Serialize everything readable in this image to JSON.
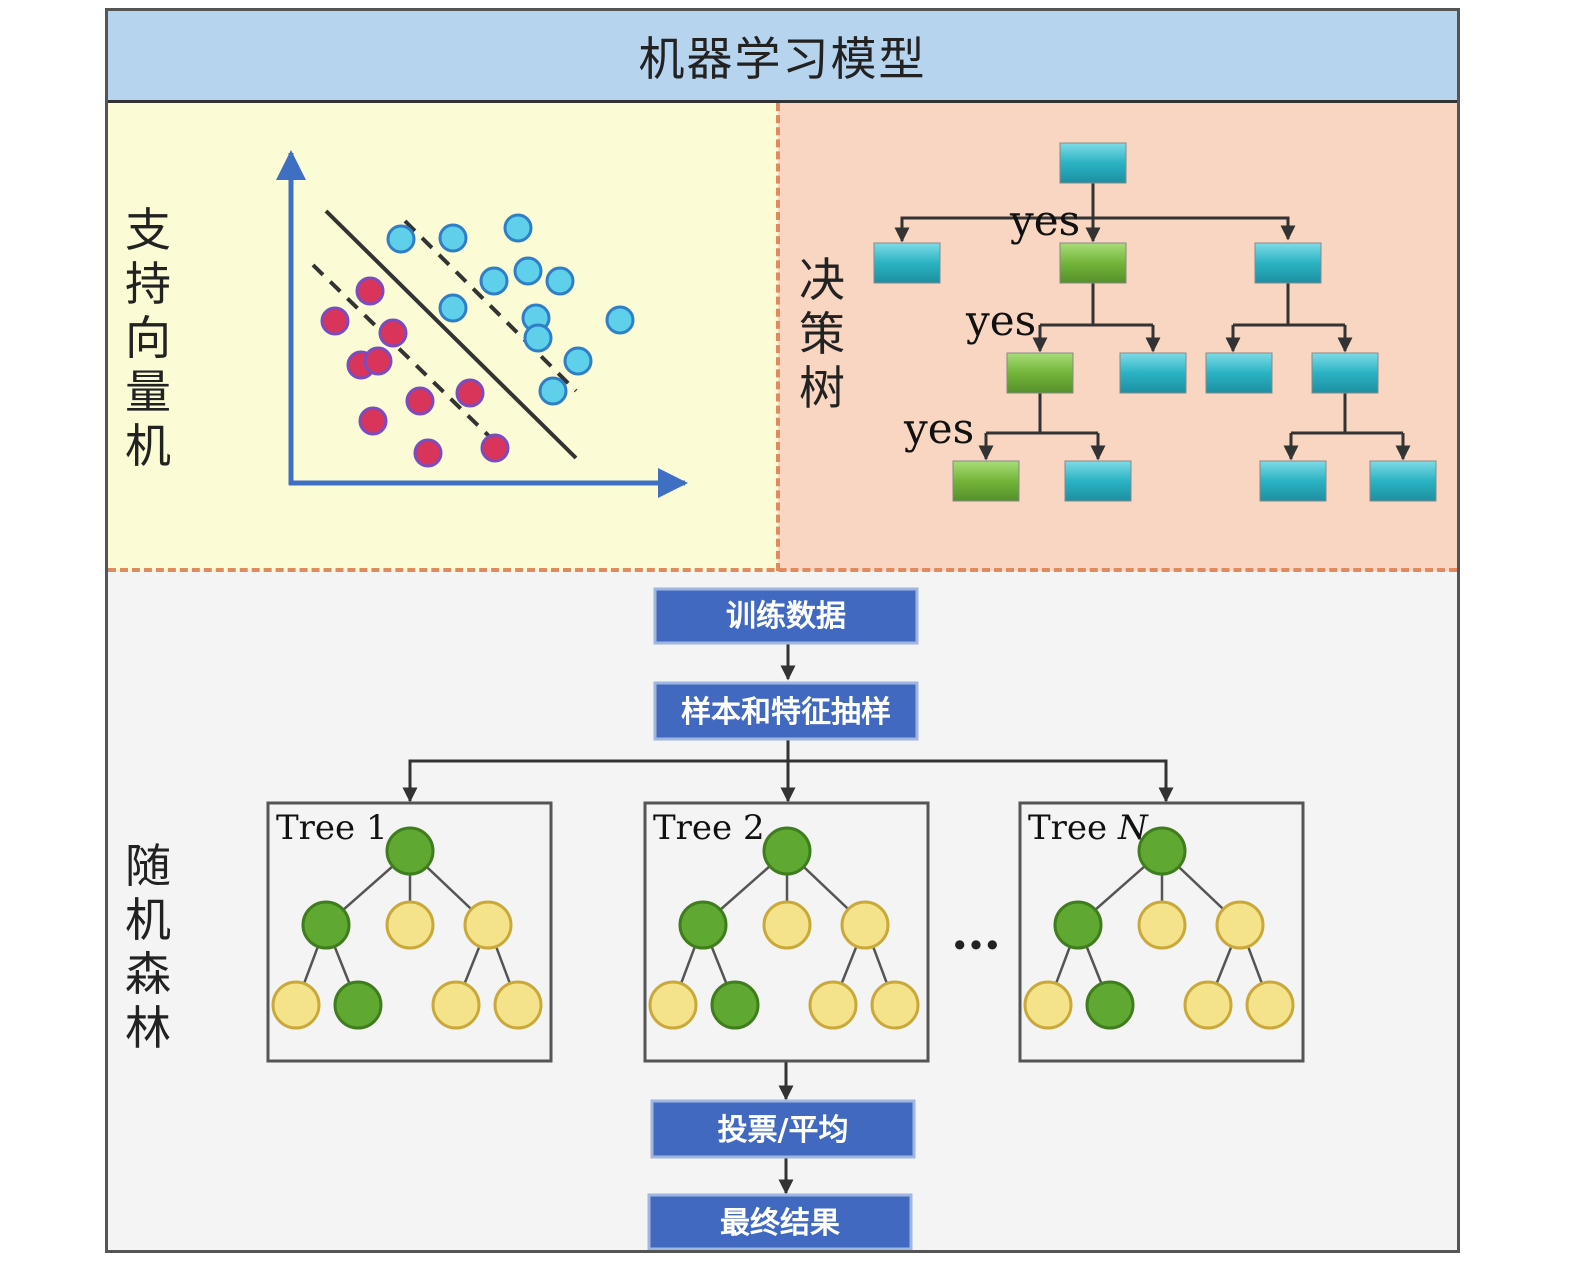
{
  "title": "机器学习模型",
  "svm": {
    "label": "支持向量机"
  },
  "decision_tree": {
    "label": "决策树",
    "branch_labels": [
      "yes",
      "yes",
      "yes"
    ]
  },
  "random_forest": {
    "label": "随机森林",
    "steps": [
      "训练数据",
      "样本和特征抽样"
    ],
    "trees": [
      {
        "prefix": "Tree ",
        "suffix": "1"
      },
      {
        "prefix": "Tree ",
        "suffix": "2"
      },
      {
        "prefix": "Tree ",
        "suffix": "N"
      }
    ],
    "ellipsis": "…",
    "aggregate": "投票/平均",
    "result": "最终结果"
  },
  "colors": {
    "title_bg": "#b7d4ef",
    "svm_bg": "#fbfbd6",
    "tree_bg": "#f9d6c2",
    "forest_bg": "#f4f4f4",
    "class_red": "#d9345a",
    "class_blue": "#5fd0ea",
    "node_teal": "#2ab3c4",
    "node_green": "#73b53a",
    "box_blue": "#4169c0",
    "forest_green": "#5fa832",
    "forest_yellow": "#f5e38c"
  }
}
